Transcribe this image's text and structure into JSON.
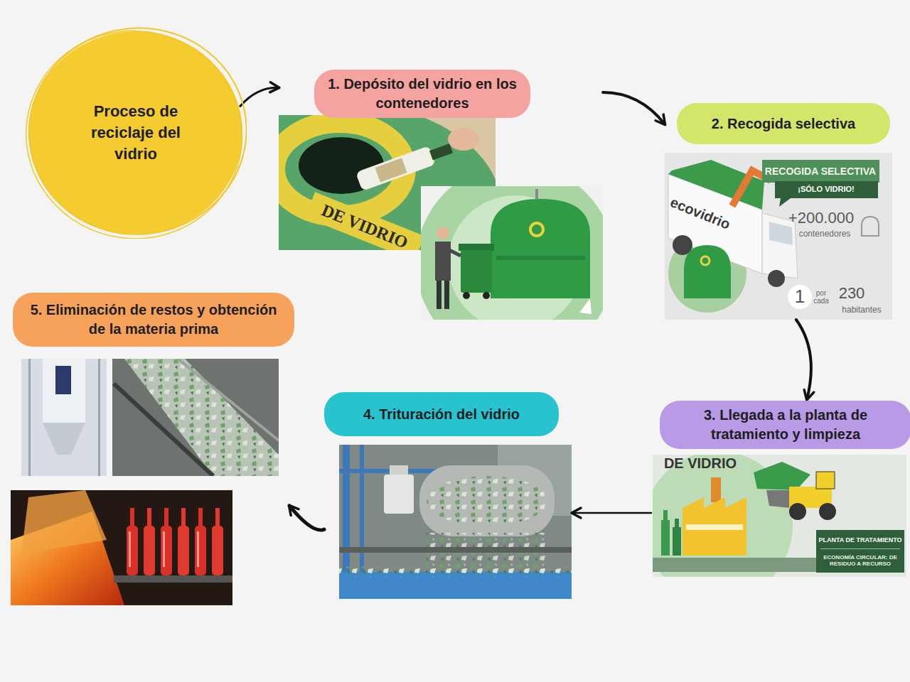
{
  "diagram": {
    "nodes": [
      {
        "text": [
          "Proceso de reciclaje del vidrio"
        ]
      },
      {
        "text": [
          "1. Depósito del vidrio en los contenedores"
        ]
      },
      {
        "text": [
          "2. Recogida selectiva"
        ]
      },
      {
        "text": [
          "3. Llegada a la planta de tratamiento y limpieza"
        ]
      },
      {
        "text": [
          "4. Trituración del vidrio"
        ]
      },
      {
        "text": [
          "5. Eliminación de restos y obtención de la materia prima"
        ]
      }
    ],
    "edges": [
      {
        "from": 0,
        "to": 1,
        "arrow": "to"
      },
      {
        "from": 1,
        "to": 2,
        "arrow": "to"
      },
      {
        "from": 2,
        "to": 3,
        "arrow": "to"
      },
      {
        "from": 3,
        "to": 4,
        "arrow": "to"
      },
      {
        "from": 4,
        "to": 5,
        "arrow": "to"
      }
    ],
    "labels": [
      "DE VIDRIO",
      "RECOGIDA SELECTIVA",
      "¡SÓLO VIDRIO!",
      "ecovidrio",
      "+200.000",
      "contenedores",
      "1",
      "por cada",
      "230",
      "habitantes",
      "DE VIDRIO",
      "PLANTA DE TRATAMIENTO",
      "ECONOMÍA CIRCULAR: DE RESIDUO A RECURSO"
    ]
  }
}
